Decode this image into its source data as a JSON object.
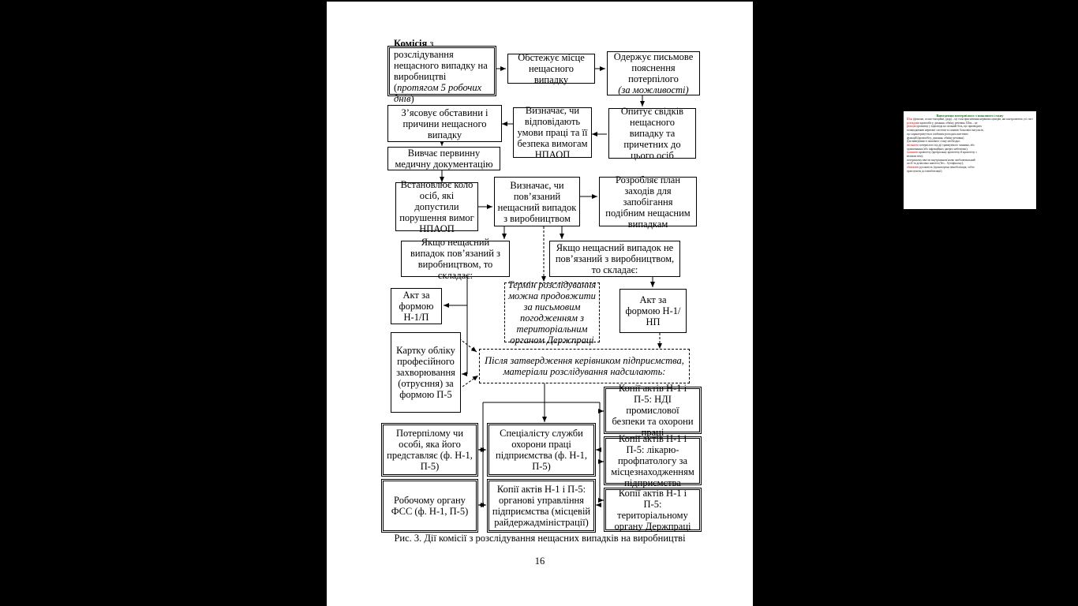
{
  "boxes": {
    "b1_bold": "Комісія",
    "b1_rest": " з розслідування нещасного випадку на виробництві (",
    "b1_italic": "протягом 5 робочих днів",
    "b1_end": ")",
    "b2": "Обстежує місце нещасного випадку",
    "b3_main": "Одержує письмове пояснення потерпілого",
    "b3_italic": "(за можливості)",
    "b4": "Опитує свідків нещасного випадку та причетних до цього осіб",
    "b5": "Визначає, чи відповідають умови праці та її безпека вимогам НПАОП",
    "b6": "З’ясовує обставини і причини нещасного випадку",
    "b7": "Вивчає первинну медичну документацію",
    "b8": "Встановлює коло осіб, які допустили порушення вимог НПАОП",
    "b9": "Визначає, чи пов’язаний нещасний випадок з виробництвом",
    "b10": "Розробляє план заходів для запобігання подібним нещасним випадкам",
    "b11": "Якщо нещасний випадок пов’язаний з виробництвом, то складає:",
    "b12": "Якщо нещасний випадок не пов’язаний з виробництвом, то складає:",
    "b13": "Акт за формою Н-1/П",
    "b14": "Термін розслідування можна продовжити за письмовим погодженням з територіальним органом Держпраці",
    "b15": "Акт за формою Н-1/НП",
    "b16": "Картку обліку професійного захворювання (отруєння) за формою П-5",
    "b17": "Після затвердження керівником підприємства, матеріали розслідування надсилають:",
    "b18": "Копії актів Н-1 і П-5: НДІ промислової безпеки та охорони праці",
    "b19": "Потерпілому чи особі, яка його представляє (ф. Н-1, П-5)",
    "b20": "Спеціалісту служби охорони праці підприємства (ф. Н-1, П-5)",
    "b21": "Копії актів Н-1 і П-5: лікарю-профпатологу за місцезнаходженням підприємства",
    "b22": "Робочому органу ФСС (ф. Н-1, П-5)",
    "b23": "Копії актів Н-1 і П-5: органові управління підприємства (місцевій райдержадміністрації)",
    "b24": "Копії актів Н-1 і П-5: територіальному органу Держпраці"
  },
  "caption": "Рис. 3. Дії комісії з розслідування нещасних випадків на виробництві",
  "page_number": "16",
  "thumbnail": {
    "title": "Виведення потерпілого з шокового стану",
    "lines": [
      {
        "red": "Шок",
        "text": " (фізичне, психо-емоційне, удар) – це стан пригнічення нервових центрів, які контролюють усі системи організму,"
      },
      {
        "red": "розладами",
        "text": " кровообігу, дихання, обміну речовин. Шок – це"
      },
      {
        "red": "реакція",
        "text": " організму у відповідь на сильний біль, що призводить"
      },
      {
        "red": "",
        "text": "пошкодженню нервової системи та появою больових імпульсів,"
      },
      {
        "red": "",
        "text": "що характеризується глибоким розладом життєвих"
      },
      {
        "red": "",
        "text": "функцій (кровообігу, дихання, обміну речовин)."
      },
      {
        "red": "",
        "text": "Для виведення із шокового стану необхідно:"
      },
      {
        "red": "звільнити",
        "text": " потерпілого від дії травмуючого чинника, або"
      },
      {
        "red": "",
        "text": "здавлювання (або інфекційних джерел небезпеки);"
      },
      {
        "red": "зупинити",
        "text": " кровотечу (артеріальну кровотечу й кровотечу з"
      },
      {
        "red": "",
        "text": "великих вен);"
      },
      {
        "red": "",
        "text": "потерпілому ввести внутрішньом'язово знеболювальний"
      },
      {
        "red": "",
        "text": "засіб та дозволено напоїти (без – бутафіксону);"
      },
      {
        "red": "обмежити",
        "text": " рухливість (транспортна іммобілізація, тобто"
      },
      {
        "red": "",
        "text": "приступити до іммобілізації)."
      }
    ]
  }
}
